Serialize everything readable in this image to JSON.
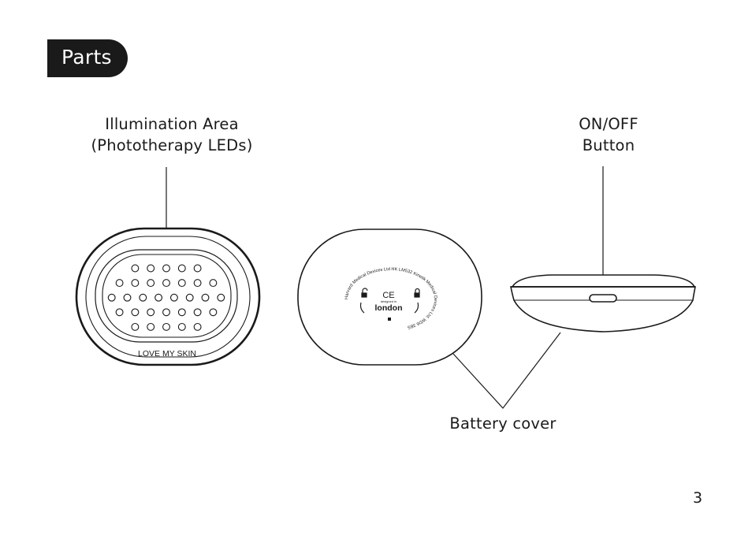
{
  "header": {
    "title": "Parts"
  },
  "labels": {
    "illumination_line1": "Illumination Area",
    "illumination_line2": "(Phototherapy LEDs)",
    "onoff_line1": "ON/OFF",
    "onoff_line2": "Button",
    "battery_cover": "Battery cover"
  },
  "device_front": {
    "brand_text": "LOVE MY SKIN",
    "led_rows": [
      5,
      7,
      8,
      7,
      5
    ]
  },
  "device_back": {
    "ring_text": "Harvard Medical Devices Ltd HK  LM532  Kinetik Medical Devices Ltd. WD6 3BS",
    "ce_mark": "CE",
    "logo_small": "designed in",
    "logo": "london"
  },
  "page": {
    "number": "3"
  },
  "colors": {
    "ink": "#1a1a1a",
    "background": "#ffffff"
  }
}
